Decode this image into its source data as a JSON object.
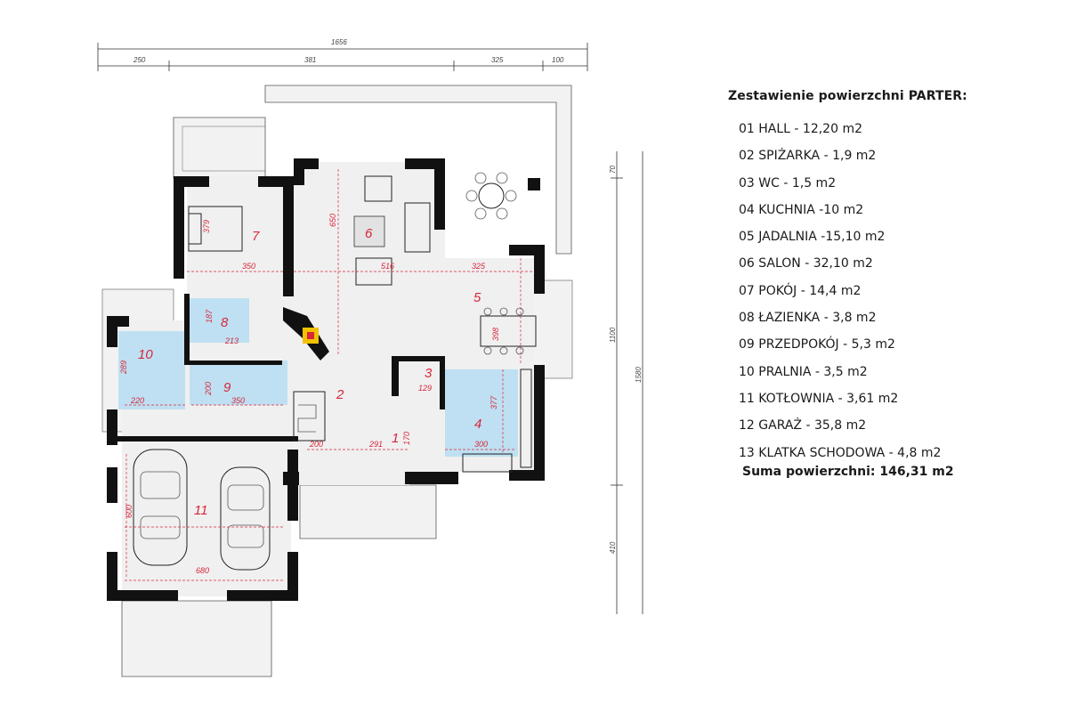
{
  "summary": {
    "title": "Zestawienie powierzchni  PARTER:",
    "rooms": [
      "01 HALL - 12,20 m2",
      "02 SPIŻARKA - 1,9 m2",
      "03 WC - 1,5 m2",
      "04 KUCHNIA -10 m2",
      "05 JADALNIA -15,10 m2",
      "06 SALON - 32,10 m2",
      "07 POKÓJ - 14,4 m2",
      "08 ŁAZIENKA - 3,8 m2",
      "09 PRZEDPOKÓJ - 5,3 m2",
      "10 PRALNIA - 3,5 m2",
      "11 KOTŁOWNIA - 3,61 m2",
      "12 GARAŻ - 35,8 m2",
      "13 KLATKA SCHODOWA - 4,8 m2"
    ],
    "total": "Suma powierzchni:  146,31 m2"
  },
  "plan": {
    "dims_top": {
      "total": "1656",
      "a": "250",
      "b": "381",
      "c": "325",
      "d": "100"
    },
    "dims_right": {
      "a": "70",
      "b": "1100",
      "c": "410",
      "total": "1580"
    },
    "room_numbers": [
      "1",
      "2",
      "3",
      "4",
      "5",
      "6",
      "7",
      "8",
      "9",
      "10",
      "11"
    ],
    "room_dims": {
      "r7_w": "350",
      "r7_h": "379",
      "r6_w": "516",
      "r6_h": "650",
      "r5_w": "325",
      "r5_h": "398",
      "r8_w": "213",
      "r8_h": "187",
      "r9_w": "350",
      "r9_h": "200",
      "r10_w": "220",
      "r10_h": "289",
      "r3_w": "129",
      "r4_w": "300",
      "r4_h": "377",
      "r1_w": "291",
      "r1_h": "170",
      "r2_w": "200",
      "r11_w": "680",
      "r11_h": "600"
    }
  },
  "colors": {
    "wall": "#111111",
    "blue_fill": "#bfe0f2",
    "red_dim": "#d8263a",
    "floor": "#f0f0f0"
  }
}
